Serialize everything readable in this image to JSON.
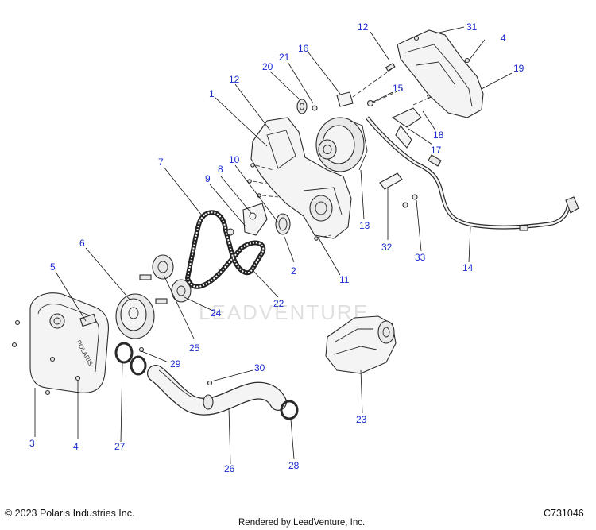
{
  "watermark": "LEADVENTURE",
  "labels": {
    "l1": "1",
    "l2": "2",
    "l3": "3",
    "l4a": "4",
    "l4b": "4",
    "l5": "5",
    "l6": "6",
    "l7": "7",
    "l8": "8",
    "l9": "9",
    "l10": "10",
    "l11": "11",
    "l12a": "12",
    "l12b": "12",
    "l13": "13",
    "l14": "14",
    "l15": "15",
    "l16": "16",
    "l17": "17",
    "l18": "18",
    "l19": "19",
    "l20": "20",
    "l21": "21",
    "l22": "22",
    "l23": "23",
    "l24": "24",
    "l25": "25",
    "l26": "26",
    "l27": "27",
    "l28": "28",
    "l29": "29",
    "l30": "30",
    "l31": "31",
    "l32": "32",
    "l33": "33"
  },
  "cover_brand": "POLARIS",
  "footer": {
    "copyright": "© 2023 Polaris Industries Inc.",
    "drawing_number": "C731046",
    "rendered_by": "Rendered by LeadVenture, Inc."
  }
}
